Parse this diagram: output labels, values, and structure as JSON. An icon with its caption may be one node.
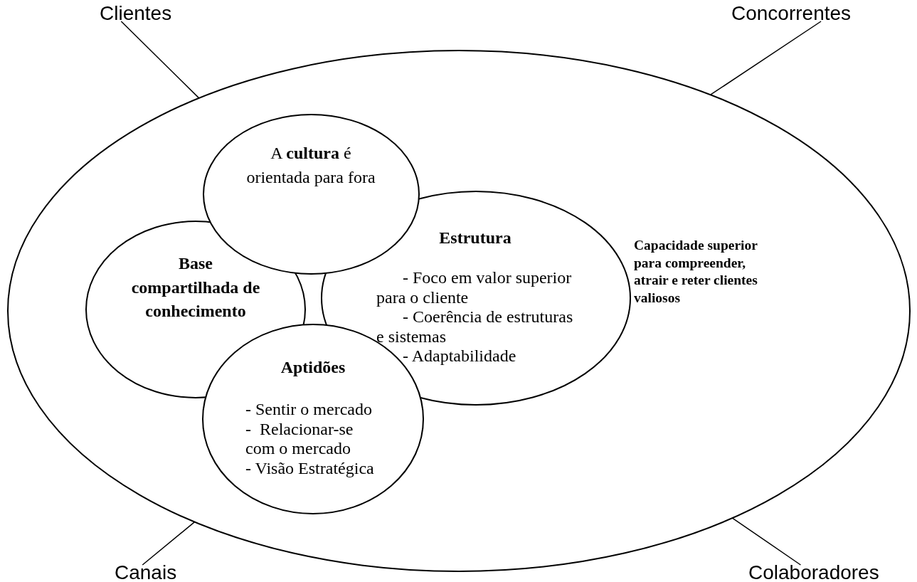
{
  "diagram": {
    "nodes": [
      {
        "text": [
          "Capacidade superior para compreender, atrair e reter clientes valiosos"
        ]
      },
      {
        "text": [
          "A **cultura** é orientada para fora"
        ],
        "in": 0
      },
      {
        "text": [
          "Base compartilhada de conhecimento"
        ],
        "in": 0
      },
      {
        "text": [
          "Estrutura",
          "- Foco em valor superior para o cliente",
          "- Coerência de estruturas e sistemas",
          "- Adaptabilidade"
        ],
        "in": 0
      },
      {
        "text": [
          "Aptidões",
          "- Sentir o mercado",
          "-  Relacionar-se com o mercado",
          "- Visão Estratégica"
        ],
        "in": 0
      },
      {
        "text": [
          "Clientes"
        ]
      },
      {
        "text": [
          "Concorrentes"
        ]
      },
      {
        "text": [
          "Canais"
        ]
      },
      {
        "text": [
          "Colaboradores"
        ]
      }
    ],
    "edges": [
      {
        "from": 5,
        "to": 0,
        "arrow": "none"
      },
      {
        "from": 6,
        "to": 0,
        "arrow": "none"
      },
      {
        "from": 7,
        "to": 0,
        "arrow": "none"
      },
      {
        "from": 8,
        "to": 0,
        "arrow": "none"
      }
    ]
  }
}
